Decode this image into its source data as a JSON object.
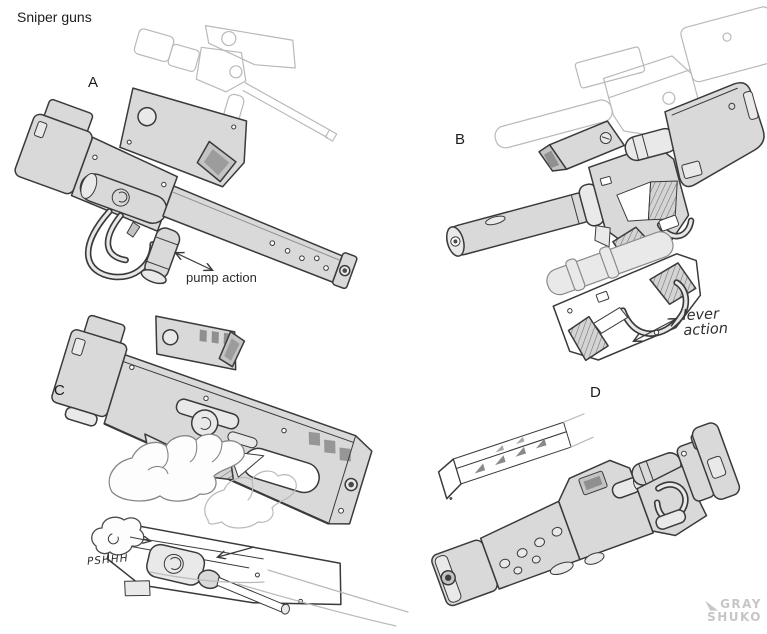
{
  "page": {
    "title": "Sniper guns"
  },
  "labels": {
    "a": "A",
    "b": "B",
    "c": "C",
    "d": "D"
  },
  "annotations": {
    "pump_action": "pump action",
    "lever_action_line1": "lever",
    "lever_action_line2": "action",
    "sound_effect": "PSHHH"
  },
  "watermark": {
    "line1": "GRAY",
    "line2": "SHUKO"
  },
  "colors": {
    "paper": "#ffffff",
    "ink": "#3a3a3a",
    "sketch_fill": "#d9d9d9",
    "faint_pencil": "#b9b9b9",
    "watermark": "#c6c6c6"
  }
}
